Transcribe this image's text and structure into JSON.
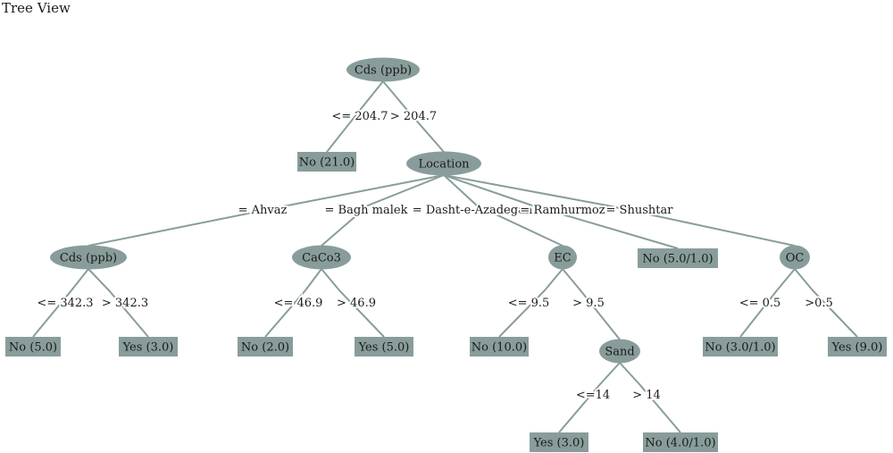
{
  "title": "Tree View",
  "colors": {
    "node_fill": "#889d9b",
    "edge": "#889d9b",
    "text": "#1a1a1a",
    "background": "#ffffff"
  },
  "nodes": [
    {
      "id": "root",
      "kind": "split",
      "label": "Cds (ppb)"
    },
    {
      "id": "leaf_root_no",
      "kind": "leaf",
      "label": "No (21.0)"
    },
    {
      "id": "location",
      "kind": "split",
      "label": "Location"
    },
    {
      "id": "cds2",
      "kind": "split",
      "label": "Cds (ppb)"
    },
    {
      "id": "caco3",
      "kind": "split",
      "label": "CaCo3"
    },
    {
      "id": "ec",
      "kind": "split",
      "label": "EC"
    },
    {
      "id": "leaf_ramhurmoz",
      "kind": "leaf",
      "label": "No (5.0/1.0)"
    },
    {
      "id": "oc",
      "kind": "split",
      "label": "OC"
    },
    {
      "id": "leaf_cds2_no",
      "kind": "leaf",
      "label": "No (5.0)"
    },
    {
      "id": "leaf_cds2_yes",
      "kind": "leaf",
      "label": "Yes (3.0)"
    },
    {
      "id": "leaf_caco3_no",
      "kind": "leaf",
      "label": "No (2.0)"
    },
    {
      "id": "leaf_caco3_yes",
      "kind": "leaf",
      "label": "Yes (5.0)"
    },
    {
      "id": "leaf_ec_no",
      "kind": "leaf",
      "label": "No (10.0)"
    },
    {
      "id": "sand",
      "kind": "split",
      "label": "Sand"
    },
    {
      "id": "leaf_oc_no",
      "kind": "leaf",
      "label": "No (3.0/1.0)"
    },
    {
      "id": "leaf_oc_yes",
      "kind": "leaf",
      "label": "Yes (9.0)"
    },
    {
      "id": "leaf_sand_yes",
      "kind": "leaf",
      "label": "Yes (3.0)"
    },
    {
      "id": "leaf_sand_no",
      "kind": "leaf",
      "label": "No (4.0/1.0)"
    }
  ],
  "edges": [
    {
      "from": "root",
      "to": "leaf_root_no",
      "label": "<= 204.7"
    },
    {
      "from": "root",
      "to": "location",
      "label": "> 204.7"
    },
    {
      "from": "location",
      "to": "cds2",
      "label": "= Ahvaz"
    },
    {
      "from": "location",
      "to": "caco3",
      "label": "= Bagh malek"
    },
    {
      "from": "location",
      "to": "ec",
      "label": "= Dasht-e-Azadegan"
    },
    {
      "from": "location",
      "to": "leaf_ramhurmoz",
      "label": "= Ramhurmoz"
    },
    {
      "from": "location",
      "to": "oc",
      "label": "= Shushtar"
    },
    {
      "from": "cds2",
      "to": "leaf_cds2_no",
      "label": "<= 342.3"
    },
    {
      "from": "cds2",
      "to": "leaf_cds2_yes",
      "label": "> 342.3"
    },
    {
      "from": "caco3",
      "to": "leaf_caco3_no",
      "label": "<= 46.9"
    },
    {
      "from": "caco3",
      "to": "leaf_caco3_yes",
      "label": "> 46.9"
    },
    {
      "from": "ec",
      "to": "leaf_ec_no",
      "label": "<= 9.5"
    },
    {
      "from": "ec",
      "to": "sand",
      "label": "> 9.5"
    },
    {
      "from": "oc",
      "to": "leaf_oc_no",
      "label": "<= 0.5"
    },
    {
      "from": "oc",
      "to": "leaf_oc_yes",
      "label": ">0.5"
    },
    {
      "from": "sand",
      "to": "leaf_sand_yes",
      "label": "<=14"
    },
    {
      "from": "sand",
      "to": "leaf_sand_no",
      "label": "> 14"
    }
  ]
}
